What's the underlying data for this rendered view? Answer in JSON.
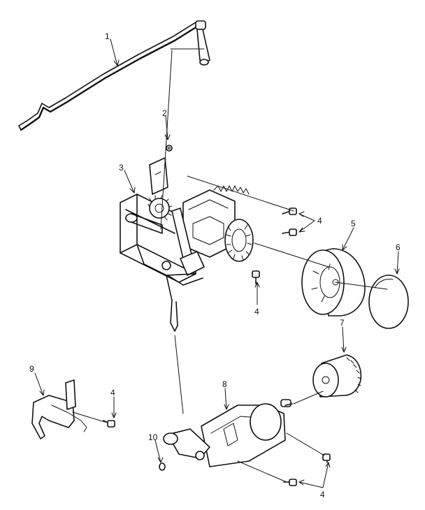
{
  "callouts": [
    {
      "id": "c1",
      "text": "1"
    },
    {
      "id": "c2",
      "text": "2"
    },
    {
      "id": "c3",
      "text": "3"
    },
    {
      "id": "c4a",
      "text": "4"
    },
    {
      "id": "c4b",
      "text": "4"
    },
    {
      "id": "c4c",
      "text": "4"
    },
    {
      "id": "c4d",
      "text": "4"
    },
    {
      "id": "c5",
      "text": "5"
    },
    {
      "id": "c6",
      "text": "6"
    },
    {
      "id": "c7",
      "text": "7"
    },
    {
      "id": "c8",
      "text": "8"
    },
    {
      "id": "c9",
      "text": "9"
    },
    {
      "id": "c10",
      "text": "10"
    }
  ]
}
